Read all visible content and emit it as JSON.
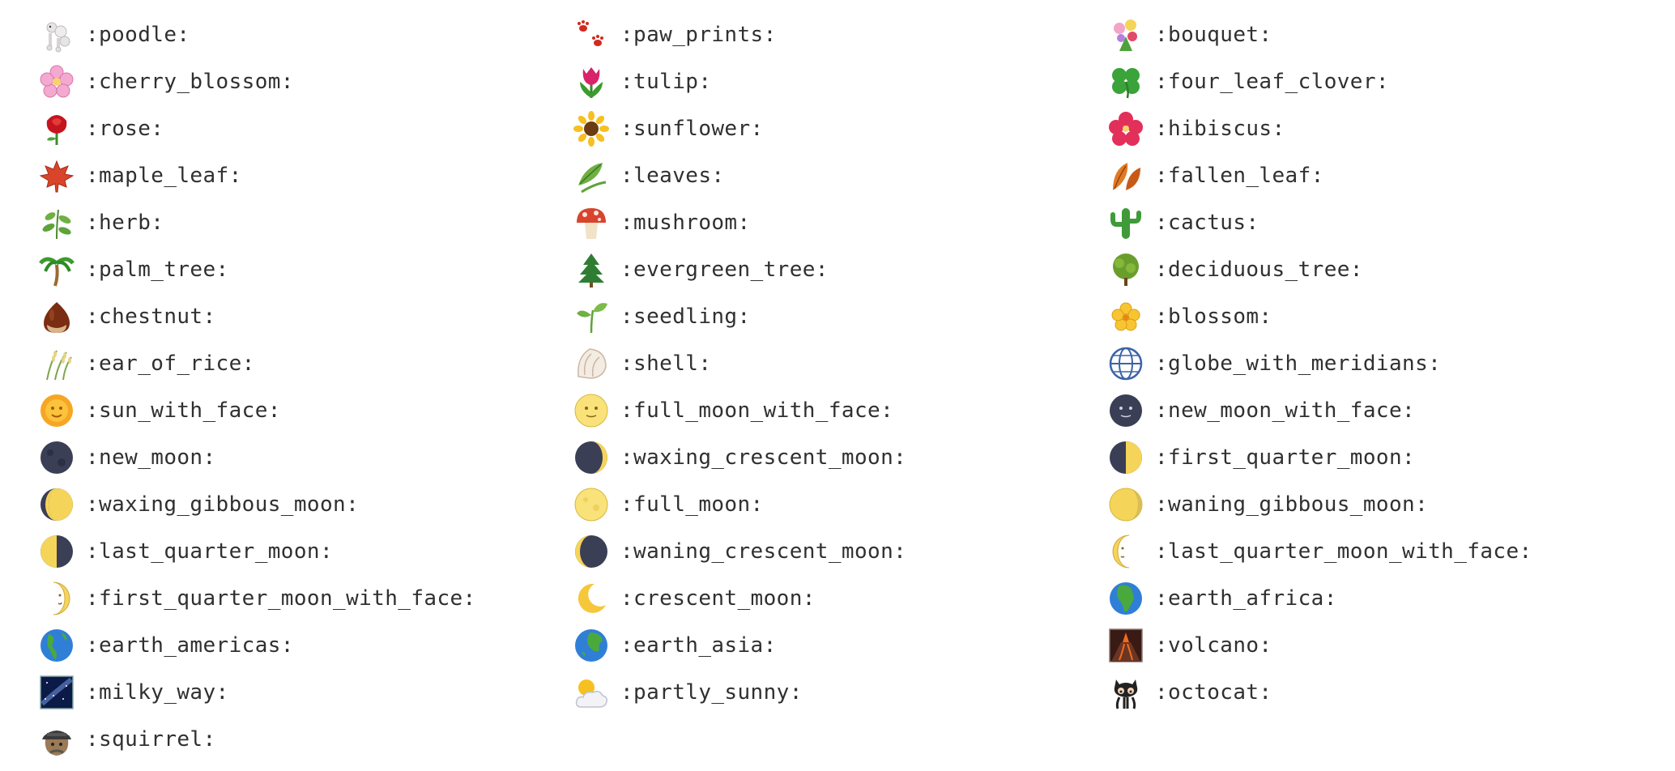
{
  "columns": [
    {
      "items": [
        {
          "code": ":poodle:",
          "icon": "poodle-icon"
        },
        {
          "code": ":cherry_blossom:",
          "icon": "cherry-blossom-icon"
        },
        {
          "code": ":rose:",
          "icon": "rose-icon"
        },
        {
          "code": ":maple_leaf:",
          "icon": "maple-leaf-icon"
        },
        {
          "code": ":herb:",
          "icon": "herb-icon"
        },
        {
          "code": ":palm_tree:",
          "icon": "palm-tree-icon"
        },
        {
          "code": ":chestnut:",
          "icon": "chestnut-icon"
        },
        {
          "code": ":ear_of_rice:",
          "icon": "ear-of-rice-icon"
        },
        {
          "code": ":sun_with_face:",
          "icon": "sun-with-face-icon"
        },
        {
          "code": ":new_moon:",
          "icon": "new-moon-icon"
        },
        {
          "code": ":waxing_gibbous_moon:",
          "icon": "waxing-gibbous-moon-icon"
        },
        {
          "code": ":last_quarter_moon:",
          "icon": "last-quarter-moon-icon"
        },
        {
          "code": ":first_quarter_moon_with_face:",
          "icon": "first-quarter-moon-with-face-icon"
        },
        {
          "code": ":earth_americas:",
          "icon": "earth-americas-icon"
        },
        {
          "code": ":milky_way:",
          "icon": "milky-way-icon"
        },
        {
          "code": ":squirrel:",
          "icon": "squirrel-icon"
        }
      ]
    },
    {
      "items": [
        {
          "code": ":paw_prints:",
          "icon": "paw-prints-icon"
        },
        {
          "code": ":tulip:",
          "icon": "tulip-icon"
        },
        {
          "code": ":sunflower:",
          "icon": "sunflower-icon"
        },
        {
          "code": ":leaves:",
          "icon": "leaves-icon"
        },
        {
          "code": ":mushroom:",
          "icon": "mushroom-icon"
        },
        {
          "code": ":evergreen_tree:",
          "icon": "evergreen-tree-icon"
        },
        {
          "code": ":seedling:",
          "icon": "seedling-icon"
        },
        {
          "code": ":shell:",
          "icon": "shell-icon"
        },
        {
          "code": ":full_moon_with_face:",
          "icon": "full-moon-with-face-icon"
        },
        {
          "code": ":waxing_crescent_moon:",
          "icon": "waxing-crescent-moon-icon"
        },
        {
          "code": ":full_moon:",
          "icon": "full-moon-icon"
        },
        {
          "code": ":waning_crescent_moon:",
          "icon": "waning-crescent-moon-icon"
        },
        {
          "code": ":crescent_moon:",
          "icon": "crescent-moon-icon"
        },
        {
          "code": ":earth_asia:",
          "icon": "earth-asia-icon"
        },
        {
          "code": ":partly_sunny:",
          "icon": "partly-sunny-icon"
        }
      ]
    },
    {
      "items": [
        {
          "code": ":bouquet:",
          "icon": "bouquet-icon"
        },
        {
          "code": ":four_leaf_clover:",
          "icon": "four-leaf-clover-icon"
        },
        {
          "code": ":hibiscus:",
          "icon": "hibiscus-icon"
        },
        {
          "code": ":fallen_leaf:",
          "icon": "fallen-leaf-icon"
        },
        {
          "code": ":cactus:",
          "icon": "cactus-icon"
        },
        {
          "code": ":deciduous_tree:",
          "icon": "deciduous-tree-icon"
        },
        {
          "code": ":blossom:",
          "icon": "blossom-icon"
        },
        {
          "code": ":globe_with_meridians:",
          "icon": "globe-with-meridians-icon"
        },
        {
          "code": ":new_moon_with_face:",
          "icon": "new-moon-with-face-icon"
        },
        {
          "code": ":first_quarter_moon:",
          "icon": "first-quarter-moon-icon"
        },
        {
          "code": ":waning_gibbous_moon:",
          "icon": "waning-gibbous-moon-icon"
        },
        {
          "code": ":last_quarter_moon_with_face:",
          "icon": "last-quarter-moon-with-face-icon"
        },
        {
          "code": ":earth_africa:",
          "icon": "earth-africa-icon"
        },
        {
          "code": ":volcano:",
          "icon": "volcano-icon"
        },
        {
          "code": ":octocat:",
          "icon": "octocat-icon"
        }
      ]
    }
  ]
}
